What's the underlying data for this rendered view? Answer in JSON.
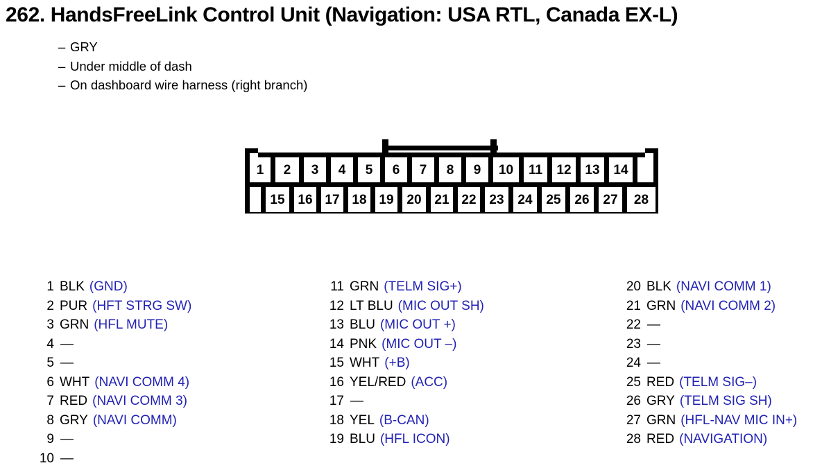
{
  "header": {
    "title": "262. HandsFreeLink Control Unit (Navigation: USA RTL, Canada EX-L)",
    "bullets": [
      "GRY",
      "Under middle of dash",
      "On dashboard wire harness (right branch)"
    ],
    "bullet_dash": "–"
  },
  "connector": {
    "top_row": [
      "1",
      "2",
      "3",
      "4",
      "5",
      "6",
      "7",
      "8",
      "9",
      "10",
      "11",
      "12",
      "13",
      "14"
    ],
    "bottom_row": [
      "15",
      "16",
      "17",
      "18",
      "19",
      "20",
      "21",
      "22",
      "23",
      "24",
      "25",
      "26",
      "27",
      "28"
    ],
    "latch_label": "latch-tab"
  },
  "colors": {
    "signal_blue": "#2222b4",
    "outline_black": "#000000",
    "page_background": "#ffffff"
  },
  "pins": {
    "column_1": [
      {
        "num": "1",
        "color": "BLK",
        "signal": "(GND)"
      },
      {
        "num": "2",
        "color": "PUR",
        "signal": "(HFT STRG SW)"
      },
      {
        "num": "3",
        "color": "GRN",
        "signal": "(HFL MUTE)"
      },
      {
        "num": "4",
        "color": "—",
        "signal": ""
      },
      {
        "num": "5",
        "color": "—",
        "signal": ""
      },
      {
        "num": "6",
        "color": "WHT",
        "signal": "(NAVI COMM 4)"
      },
      {
        "num": "7",
        "color": "RED",
        "signal": "(NAVI COMM 3)"
      },
      {
        "num": "8",
        "color": "GRY",
        "signal": "(NAVI COMM)"
      },
      {
        "num": "9",
        "color": "—",
        "signal": ""
      },
      {
        "num": "10",
        "color": "—",
        "signal": ""
      }
    ],
    "column_2": [
      {
        "num": "11",
        "color": "GRN",
        "signal": "(TELM SIG+)"
      },
      {
        "num": "12",
        "color": "LT BLU",
        "signal": "(MIC OUT SH)"
      },
      {
        "num": "13",
        "color": "BLU",
        "signal": "(MIC OUT +)"
      },
      {
        "num": "14",
        "color": "PNK",
        "signal": "(MIC OUT –)"
      },
      {
        "num": "15",
        "color": "WHT",
        "signal": "(+B)"
      },
      {
        "num": "16",
        "color": "YEL/RED",
        "signal": "(ACC)"
      },
      {
        "num": "17",
        "color": "—",
        "signal": ""
      },
      {
        "num": "18",
        "color": "YEL",
        "signal": "(B-CAN)"
      },
      {
        "num": "19",
        "color": "BLU",
        "signal": "(HFL ICON)"
      }
    ],
    "column_3": [
      {
        "num": "20",
        "color": "BLK",
        "signal": "(NAVI COMM 1)"
      },
      {
        "num": "21",
        "color": "GRN",
        "signal": "(NAVI COMM 2)"
      },
      {
        "num": "22",
        "color": "—",
        "signal": ""
      },
      {
        "num": "23",
        "color": "—",
        "signal": ""
      },
      {
        "num": "24",
        "color": "—",
        "signal": ""
      },
      {
        "num": "25",
        "color": "RED",
        "signal": "(TELM SIG–)"
      },
      {
        "num": "26",
        "color": "GRY",
        "signal": "(TELM SIG SH)"
      },
      {
        "num": "27",
        "color": "GRN",
        "signal": "(HFL-NAV MIC IN+)"
      },
      {
        "num": "28",
        "color": "RED",
        "signal": "(NAVIGATION)"
      }
    ]
  }
}
